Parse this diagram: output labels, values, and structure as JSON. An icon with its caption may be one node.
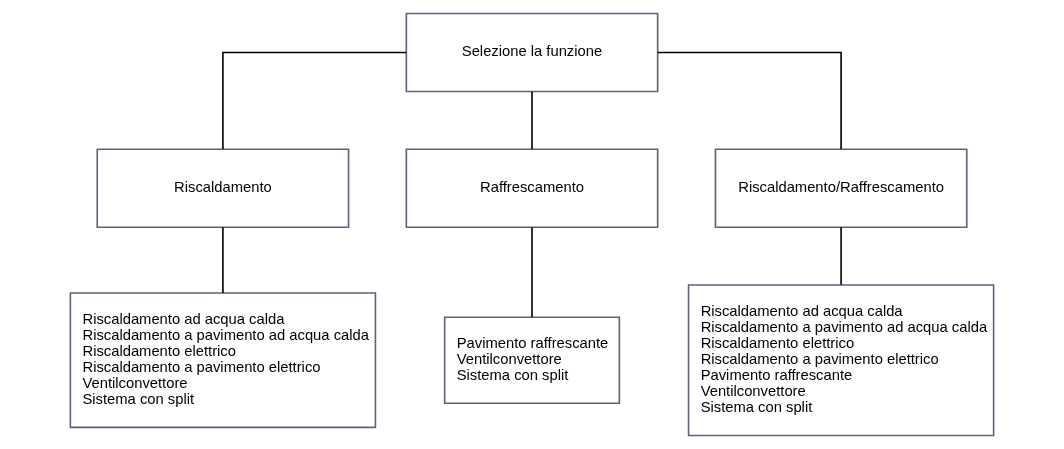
{
  "diagram": {
    "nodes": [
      {
        "text": [
          "Selezione la funzione"
        ]
      },
      {
        "text": [
          "Riscaldamento"
        ]
      },
      {
        "text": [
          "Raffrescamento"
        ]
      },
      {
        "text": [
          "Riscaldamento/Raffrescamento"
        ]
      },
      {
        "text": [
          "Riscaldamento ad acqua calda",
          "Riscaldamento a pavimento ad acqua calda",
          "Riscaldamento elettrico",
          "Riscaldamento a pavimento elettrico",
          "Ventilconvettore",
          "Sistema con split"
        ]
      },
      {
        "text": [
          "Pavimento raffrescante",
          "Ventilconvettore",
          "Sistema con split"
        ]
      },
      {
        "text": [
          "Riscaldamento ad acqua calda",
          "Riscaldamento a pavimento ad acqua calda",
          "Riscaldamento elettrico",
          "Riscaldamento a pavimento elettrico",
          "Pavimento raffrescante",
          "Ventilconvettore",
          "Sistema con split"
        ]
      }
    ],
    "edges": [
      {
        "from": 0,
        "to": 1,
        "arrow": "none"
      },
      {
        "from": 0,
        "to": 2,
        "arrow": "none"
      },
      {
        "from": 0,
        "to": 3,
        "arrow": "none"
      },
      {
        "from": 1,
        "to": 4,
        "arrow": "none"
      },
      {
        "from": 2,
        "to": 5,
        "arrow": "none"
      },
      {
        "from": 3,
        "to": 6,
        "arrow": "none"
      }
    ]
  }
}
